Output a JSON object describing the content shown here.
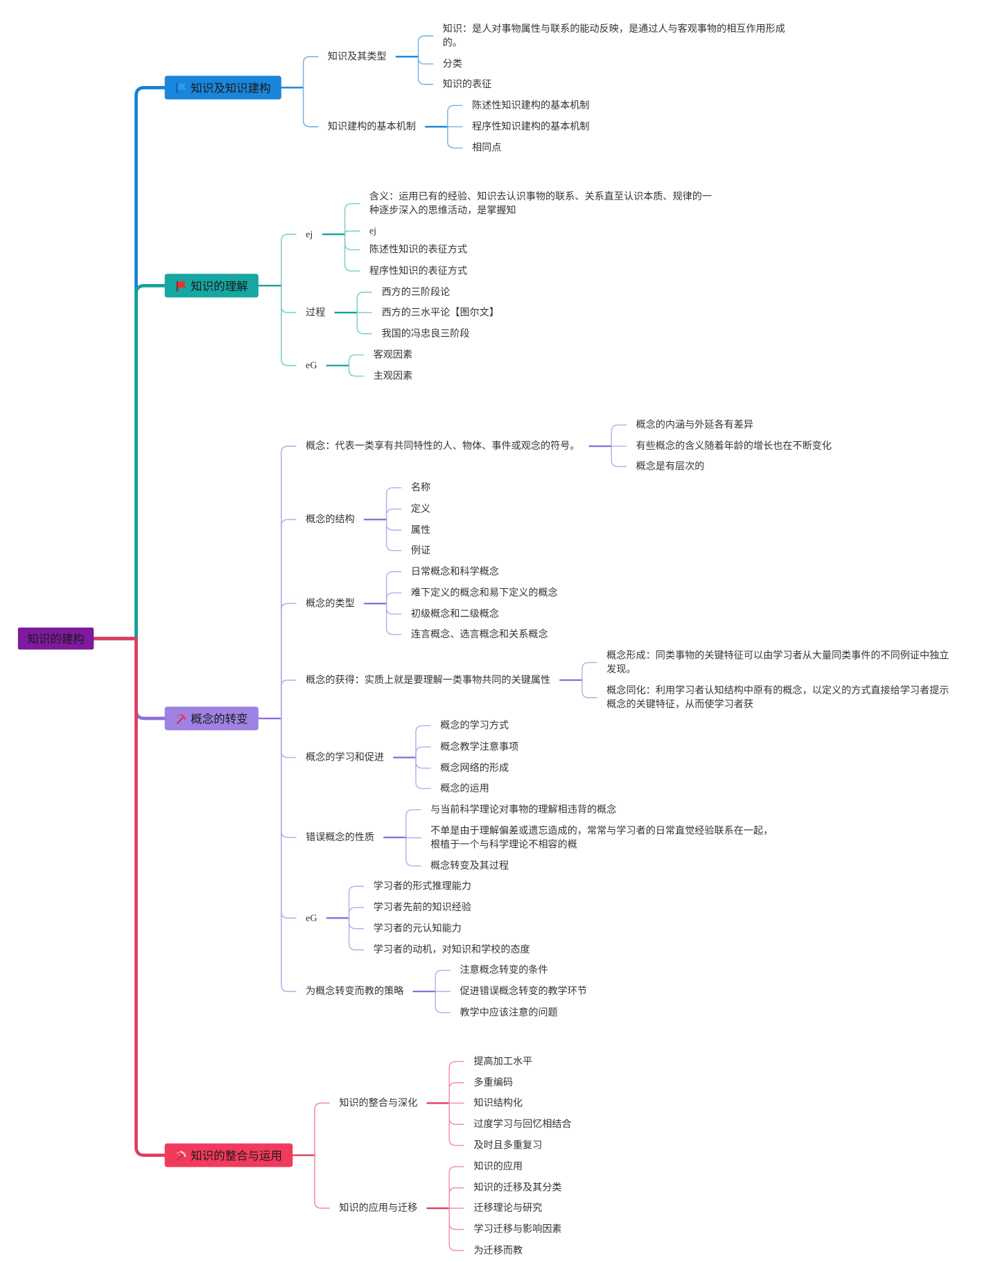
{
  "root": {
    "label": "知识的建构",
    "color": "#7d1a9e"
  },
  "branches": [
    {
      "label": "知识及知识建构",
      "icon": "blue-flag",
      "color": "#1a86db",
      "line_color": "#1581d6",
      "light_line_color": "#6eb2e8",
      "children": [
        {
          "label": "知识及其类型",
          "children": [
            {
              "label": "知识：是人对事物属性与联系的能动反映，是通过人与客观事物的相互作用形成的。"
            },
            {
              "label": "分类"
            },
            {
              "label": "知识的表征"
            }
          ]
        },
        {
          "label": "知识建构的基本机制",
          "children": [
            {
              "label": "陈述性知识建构的基本机制"
            },
            {
              "label": "程序性知识建构的基本机制"
            },
            {
              "label": "相同点"
            }
          ]
        }
      ]
    },
    {
      "label": "知识的理解",
      "icon": "red-flag",
      "color": "#17a7a2",
      "line_color": "#14a09b",
      "light_line_color": "#76ccc8",
      "children": [
        {
          "label": "ej",
          "children": [
            {
              "label": "含义：运用已有的经验、知识去认识事物的联系、关系直至认识本质、规律的一种逐步深入的思维活动，是掌握知"
            },
            {
              "label": "ej"
            },
            {
              "label": "陈述性知识的表征方式"
            },
            {
              "label": "程序性知识的表征方式"
            }
          ]
        },
        {
          "label": "过程",
          "children": [
            {
              "label": "西方的三阶段论"
            },
            {
              "label": "西方的三水平论【图尔文】"
            },
            {
              "label": "我国的冯忠良三阶段"
            }
          ]
        },
        {
          "label": "eG",
          "children": [
            {
              "label": "客观因素"
            },
            {
              "label": "主观因素"
            }
          ]
        }
      ]
    },
    {
      "label": "概念的转变",
      "icon": "tools",
      "color": "#9f82e3",
      "line_color": "#8e6fd8",
      "light_line_color": "#bba8ec",
      "children": [
        {
          "label": "概念：代表一类享有共同特性的人、物体、事件或观念的符号。",
          "children": [
            {
              "label": "概念的内涵与外延各有差异"
            },
            {
              "label": "有些概念的含义随着年龄的增长也在不断变化"
            },
            {
              "label": "概念是有层次的"
            }
          ]
        },
        {
          "label": "概念的结构",
          "children": [
            {
              "label": "名称"
            },
            {
              "label": "定义"
            },
            {
              "label": "属性"
            },
            {
              "label": "例证"
            }
          ]
        },
        {
          "label": "概念的类型",
          "children": [
            {
              "label": "日常概念和科学概念"
            },
            {
              "label": "难下定义的概念和易下定义的概念"
            },
            {
              "label": "初级概念和二级概念"
            },
            {
              "label": "连言概念、选言概念和关系概念"
            }
          ]
        },
        {
          "label": "概念的获得：实质上就是要理解一类事物共同的关键属性",
          "children": [
            {
              "label": "概念形成：同类事物的关键特征可以由学习者从大量同类事件的不同例证中独立发现。"
            },
            {
              "label": "概念同化：利用学习者认知结构中原有的概念，以定义的方式直接给学习者提示概念的关键特征，从而使学习者获"
            }
          ]
        },
        {
          "label": "概念的学习和促进",
          "children": [
            {
              "label": "概念的学习方式"
            },
            {
              "label": "概念教学注意事项"
            },
            {
              "label": "概念网络的形成"
            },
            {
              "label": "概念的运用"
            }
          ]
        },
        {
          "label": "错误概念的性质",
          "children": [
            {
              "label": "与当前科学理论对事物的理解相违背的概念"
            },
            {
              "label": "不单是由于理解偏差或遗忘造成的，常常与学习者的日常直觉经验联系在一起，根植于一个与科学理论不相容的概"
            },
            {
              "label": "概念转变及其过程"
            }
          ]
        },
        {
          "label": "eG",
          "children": [
            {
              "label": "学习者的形式推理能力"
            },
            {
              "label": "学习者先前的知识经验"
            },
            {
              "label": "学习者的元认知能力"
            },
            {
              "label": "学习者的动机，对知识和学校的态度"
            }
          ]
        },
        {
          "label": "为概念转变而教的策略",
          "children": [
            {
              "label": "注意概念转变的条件"
            },
            {
              "label": "促进错误概念转变的教学环节"
            },
            {
              "label": "教学中应该注意的问题"
            }
          ]
        }
      ]
    },
    {
      "label": "知识的整合与运用",
      "icon": "tools",
      "color": "#f23a5d",
      "line_color": "#e23b5f",
      "light_line_color": "#f08ca3",
      "children": [
        {
          "label": "知识的整合与深化",
          "children": [
            {
              "label": "提高加工水平"
            },
            {
              "label": "多重编码"
            },
            {
              "label": "知识结构化"
            },
            {
              "label": "过度学习与回忆相结合"
            },
            {
              "label": "及时且多重复习"
            }
          ]
        },
        {
          "label": "知识的应用与迁移",
          "children": [
            {
              "label": "知识的应用"
            },
            {
              "label": "知识的迁移及其分类"
            },
            {
              "label": "迁移理论与研究"
            },
            {
              "label": "学习迁移与影响因素"
            },
            {
              "label": "为迁移而教"
            }
          ]
        }
      ]
    }
  ]
}
